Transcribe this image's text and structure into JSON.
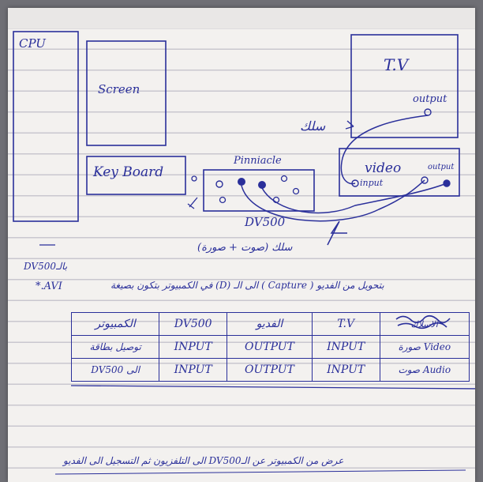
{
  "diagram": {
    "cpu": "CPU",
    "screen": "Screen",
    "keyboard": "Key Board",
    "tv": "T.V",
    "tv_output": "output",
    "cable_note_top": "سلك",
    "video": "video",
    "video_input": "input",
    "video_output": "output",
    "card_brand": "Pinniacle",
    "card_model": "DV500",
    "cable_note_bottom": "سلك (صوت + صورة)"
  },
  "notes": {
    "dv500_label": "بالـDV500",
    "capture_line": "بتحويل من الفديو ( Capture ) الى الـ (D) في الكمبيوتر بتكون بصيغة",
    "avi": "*.AVI",
    "bottom_line": "عرض من الكمبيوتر عن الـDV500 الى التلفزيون ثم التسجيل الى الفديو"
  },
  "table": {
    "headers": [
      "الكمبيوتر",
      "DV500",
      "الفديو",
      "T.V",
      "الاسلاك"
    ],
    "rows": [
      [
        "توصيل بطاقة",
        "INPUT",
        "OUTPUT",
        "INPUT",
        "صورة Video"
      ],
      [
        "DV500 الى",
        "INPUT",
        "OUTPUT",
        "INPUT",
        "صوت Audio"
      ]
    ]
  }
}
